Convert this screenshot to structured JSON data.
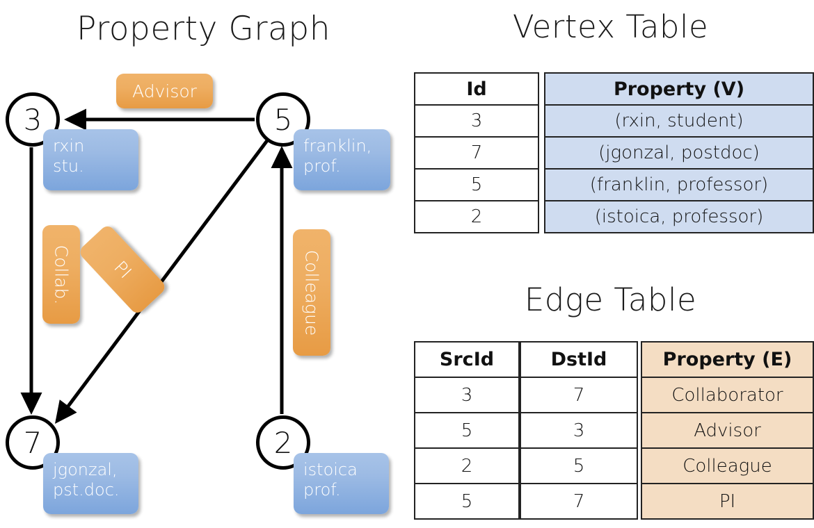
{
  "titles": {
    "property_graph": "Property Graph",
    "vertex_table": "Vertex Table",
    "edge_table": "Edge Table"
  },
  "graph": {
    "nodes": [
      {
        "id": "3",
        "property": "rxin\nstu."
      },
      {
        "id": "5",
        "property": "franklin,\nprof."
      },
      {
        "id": "7",
        "property": "jgonzal,\npst.doc."
      },
      {
        "id": "2",
        "property": "istoica\nprof."
      }
    ],
    "node_labels": {
      "n3": "3",
      "n5": "5",
      "n7": "7",
      "n2": "2"
    },
    "vertex_property_labels": {
      "rxin_l1": "rxin",
      "rxin_l2": "stu.",
      "franklin_l1": "franklin,",
      "franklin_l2": "prof.",
      "jgonzal_l1": "jgonzal,",
      "jgonzal_l2": "pst.doc.",
      "istoica_l1": "istoica",
      "istoica_l2": "prof."
    },
    "edge_labels": {
      "advisor": "Advisor",
      "collab": "Collab.",
      "pi": "PI",
      "colleague": "Colleague"
    },
    "edges": [
      {
        "from": "5",
        "to": "3",
        "label": "Advisor"
      },
      {
        "from": "3",
        "to": "7",
        "label": "Collab."
      },
      {
        "from": "5",
        "to": "7",
        "label": "PI"
      },
      {
        "from": "2",
        "to": "5",
        "label": "Colleague"
      }
    ]
  },
  "colors": {
    "vertex_box": "#9dbbe4",
    "edge_box": "#eeae62",
    "vertex_table_fill": "#cfdcf0",
    "edge_table_fill": "#f4ddc3",
    "stroke": "#000000"
  },
  "vertex_table": {
    "headers": [
      "Id",
      "Property (V)"
    ],
    "rows": [
      {
        "id": "3",
        "property": "(rxin, student)"
      },
      {
        "id": "7",
        "property": "(jgonzal, postdoc)"
      },
      {
        "id": "5",
        "property": "(franklin, professor)"
      },
      {
        "id": "2",
        "property": "(istoica, professor)"
      }
    ]
  },
  "edge_table": {
    "headers": [
      "SrcId",
      "DstId",
      "Property (E)"
    ],
    "rows": [
      {
        "src": "3",
        "dst": "7",
        "property": "Collaborator"
      },
      {
        "src": "5",
        "dst": "3",
        "property": "Advisor"
      },
      {
        "src": "2",
        "dst": "5",
        "property": "Colleague"
      },
      {
        "src": "5",
        "dst": "7",
        "property": "PI"
      }
    ]
  }
}
